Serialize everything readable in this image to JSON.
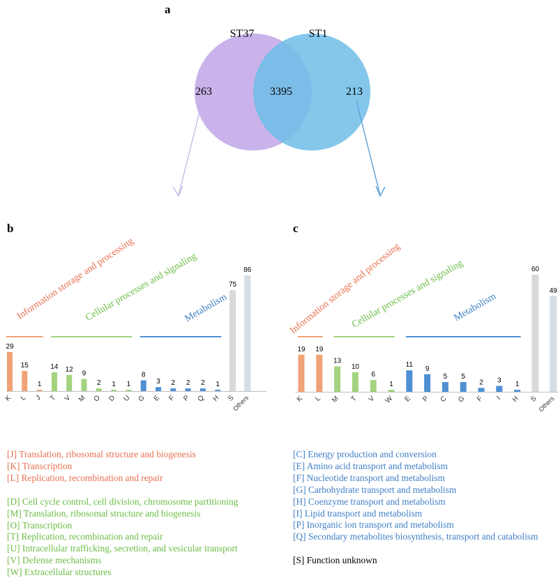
{
  "colors": {
    "st37_circle": "#c9b3ea",
    "st1_circle": "#6ebde8",
    "overlap": "#6aa6dd",
    "info": "#f0a277",
    "cellular": "#a3d37e",
    "metabolism": "#4f90d4",
    "unknown": "#d9d9d9",
    "others": "#d5dde5",
    "info_text": "#e8704f",
    "cellular_text": "#6cbd45",
    "metabolism_text": "#3f7fc7",
    "arrow_left": "#c7b8ea",
    "arrow_right": "#5a9fd6"
  },
  "venn": {
    "panel_label": "a",
    "left_label": "ST37",
    "right_label": "ST1",
    "left_only": "263",
    "shared": "3395",
    "right_only": "213"
  },
  "chart_data": [
    {
      "panel_label": "b",
      "type": "bar",
      "categories": [
        "K",
        "L",
        "J",
        "T",
        "V",
        "M",
        "O",
        "D",
        "U",
        "G",
        "E",
        "F",
        "P",
        "Q",
        "H",
        "S",
        "Others"
      ],
      "values": [
        29,
        15,
        1,
        14,
        12,
        9,
        2,
        1,
        1,
        8,
        3,
        2,
        2,
        2,
        1,
        75,
        86
      ],
      "groups": [
        {
          "label": "Information storage and processing",
          "categories": [
            "K",
            "L",
            "J"
          ],
          "color_key": "info"
        },
        {
          "label": "Cellular processes and signaling",
          "categories": [
            "T",
            "V",
            "M",
            "O",
            "D",
            "U"
          ],
          "color_key": "cellular"
        },
        {
          "label": "Metabolism",
          "categories": [
            "G",
            "E",
            "F",
            "P",
            "Q",
            "H"
          ],
          "color_key": "metabolism"
        }
      ],
      "title": "",
      "xlabel": "",
      "ylabel": "",
      "ylim": [
        0,
        86
      ],
      "grid": false
    },
    {
      "panel_label": "c",
      "type": "bar",
      "categories": [
        "K",
        "L",
        "M",
        "T",
        "V",
        "W",
        "E",
        "P",
        "C",
        "G",
        "F",
        "I",
        "H",
        "S",
        "Others"
      ],
      "values": [
        19,
        19,
        13,
        10,
        6,
        1,
        11,
        9,
        5,
        5,
        2,
        3,
        1,
        60,
        49
      ],
      "groups": [
        {
          "label": "Information storage and processing",
          "categories": [
            "K",
            "L"
          ],
          "color_key": "info"
        },
        {
          "label": "Cellular processes and signaling",
          "categories": [
            "M",
            "T",
            "V",
            "W"
          ],
          "color_key": "cellular"
        },
        {
          "label": "Metabolism",
          "categories": [
            "E",
            "P",
            "C",
            "G",
            "F",
            "I",
            "H"
          ],
          "color_key": "metabolism"
        }
      ],
      "title": "",
      "xlabel": "",
      "ylabel": "",
      "ylim": [
        0,
        60
      ],
      "grid": false
    }
  ],
  "legend_left": {
    "info": [
      "[J] Translation, ribosomal structure and biogenesis",
      "[K] Transcription",
      "[L] Replication, recombination and repair"
    ],
    "cellular": [
      "[D] Cell cycle control, cell division, chromosome partitioning",
      "[M] Translation, ribosomal structure and biogenesis",
      "[O] Transcription",
      "[T] Replication, recombination and repair",
      "[U] Intracellular trafficking, secretion, and vesicular transport",
      "[V] Defense mechanisms",
      "[W] Extracellular structures"
    ]
  },
  "legend_right": {
    "metabolism": [
      "[C] Energy production and conversion",
      "[E] Amino acid transport and metabolism",
      "[F] Nucleotide transport and metabolism",
      "[G] Carbohydrate transport and metabolism",
      "[H] Coenzyme transport and metabolism",
      "[I] Lipid transport and metabolism",
      "[P] Inorganic ion transport and metabolism",
      "[Q] Secondary metabolites biosynthesis, transport and catabolism"
    ],
    "unknown": "[S] Function unknown"
  }
}
